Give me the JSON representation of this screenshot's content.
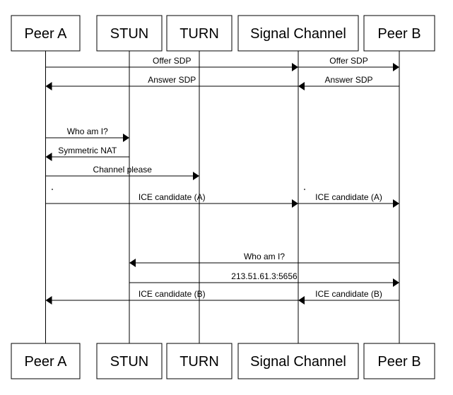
{
  "diagram": {
    "type": "sequence",
    "colors": {
      "line": "#000000",
      "background": "#ffffff",
      "box": "#ffffff"
    },
    "participants": [
      {
        "id": "peerA",
        "label": "Peer A"
      },
      {
        "id": "stun",
        "label": "STUN"
      },
      {
        "id": "turn",
        "label": "TURN"
      },
      {
        "id": "signal",
        "label": "Signal Channel"
      },
      {
        "id": "peerB",
        "label": "Peer B"
      }
    ],
    "messages": [
      {
        "from": "peerA",
        "to": "signal",
        "label": "Offer SDP"
      },
      {
        "from": "signal",
        "to": "peerB",
        "label": "Offer SDP"
      },
      {
        "from": "signal",
        "to": "peerA",
        "label": "Answer SDP"
      },
      {
        "from": "peerB",
        "to": "signal",
        "label": "Answer SDP"
      },
      {
        "from": "peerA",
        "to": "stun",
        "label": "Who am I?"
      },
      {
        "from": "stun",
        "to": "peerA",
        "label": "Symmetric NAT"
      },
      {
        "from": "peerA",
        "to": "turn",
        "label": "Channel please"
      },
      {
        "from": "peerA",
        "to": "signal",
        "label": "ICE candidate (A)"
      },
      {
        "from": "signal",
        "to": "peerB",
        "label": "ICE candidate (A)"
      },
      {
        "from": "peerB",
        "to": "stun",
        "label": "Who am I?"
      },
      {
        "from": "stun",
        "to": "peerB",
        "label": "213.51.61.3:5656"
      },
      {
        "from": "signal",
        "to": "peerA",
        "label": "ICE candidate (B)"
      },
      {
        "from": "peerB",
        "to": "signal",
        "label": "ICE candidate (B)"
      }
    ]
  }
}
